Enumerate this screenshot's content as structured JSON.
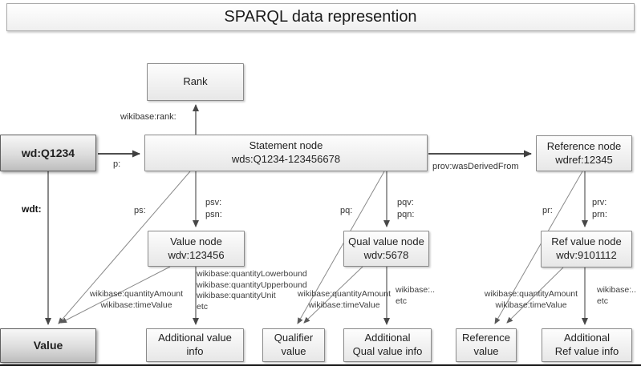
{
  "title": "SPARQL data represention",
  "nodes": {
    "rank": "Rank",
    "entity": "wd:Q1234",
    "statement": "Statement node\nwds:Q1234-123456678",
    "reference": "Reference node\nwdref:12345",
    "value_node": "Value node\nwdv:123456",
    "qual_value_node": "Qual value node\nwdv:5678",
    "ref_value_node": "Ref value node\nwdv:9101112",
    "value": "Value",
    "additional_value_info": "Additional value\ninfo",
    "qualifier_value": "Qualifier\nvalue",
    "additional_qual_value_info": "Additional\nQual value info",
    "reference_value": "Reference\nvalue",
    "additional_ref_value_info": "Additional\nRef value info"
  },
  "edges": {
    "rank": "wikibase:rank:",
    "p": "p:",
    "prov": "prov:wasDerivedFrom",
    "wdt": "wdt:",
    "ps": "ps:",
    "psv_psn": "psv:\npsn:",
    "pq": "pq:",
    "pqv_pqn": "pqv:\npqn:",
    "pr": "pr:",
    "prv_prn": "prv:\nprn:",
    "value_amount": "wikibase:quantityAmount\nwikibase:timeValue",
    "value_extras": "wikibase:quantityLowerbound\nwikibase:quantityUpperbound\nwikibase:quantityUnit\netc",
    "qual_amount": "wikibase:quantityAmount\nwikibase:timeValue",
    "qual_extras": "wikibase:..\netc",
    "ref_amount": "wikibase:quantityAmount\nwikibase:timeValue",
    "ref_extras": "wikibase:..\netc"
  },
  "colors": {
    "box_border": "#8a8a8a",
    "strong_box_border": "#5f5f5f",
    "arrow_main": "#595959",
    "arrow_thin": "#8a8a8a",
    "text": "#1f1f1f",
    "background": "#ffffff"
  }
}
